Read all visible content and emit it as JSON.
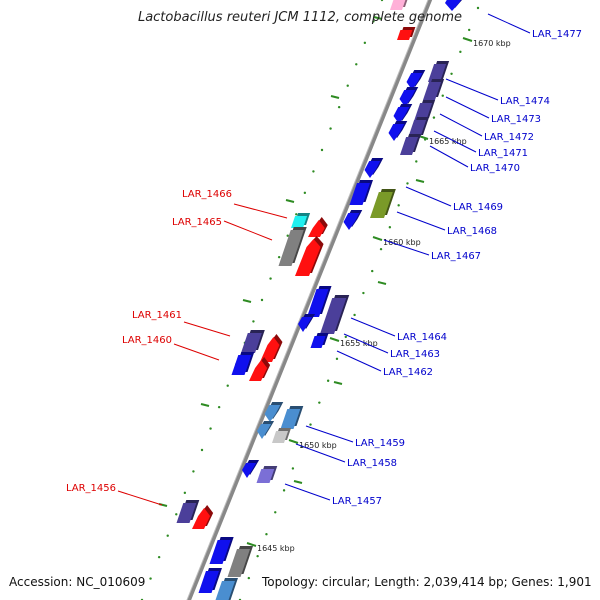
{
  "title": "Lactobacillus reuteri JCM 1112, complete genome",
  "accession": "Accession: NC_010609",
  "topology": "Topology: circular; Length: 2,039,414 bp; Genes: 1,901",
  "colors": {
    "axis": "#888888",
    "tick": "#2e8b22",
    "blue": "#1010ee",
    "navy": "#4b3f9a",
    "red": "#ff1010",
    "olive": "#7a9a28",
    "cyan": "#20f0f0",
    "gray": "#808080",
    "lightgray": "#c8c8c8",
    "steel": "#4a8ed0",
    "lavender": "#7b6fd6",
    "pink": "#ffb0d8",
    "labelBlue": "#0000cc",
    "labelRed": "#dd0000"
  },
  "scale": [
    {
      "text": "1670 kbp"
    },
    {
      "text": "1665 kbp"
    },
    {
      "text": "1660 kbp"
    },
    {
      "text": "1655 kbp"
    },
    {
      "text": "1650 kbp"
    },
    {
      "text": "1645 kbp"
    }
  ],
  "genes": [
    {
      "name": "LAR_1477",
      "strand": "forward",
      "color": "blue"
    },
    {
      "name": "LAR_1474",
      "strand": "forward",
      "color": "navy"
    },
    {
      "name": "LAR_1473",
      "strand": "forward",
      "color": "navy"
    },
    {
      "name": "LAR_1472",
      "strand": "forward",
      "color": "blue"
    },
    {
      "name": "LAR_1471",
      "strand": "forward",
      "color": "navy"
    },
    {
      "name": "LAR_1470",
      "strand": "forward",
      "color": "blue"
    },
    {
      "name": "LAR_1469",
      "strand": "forward",
      "color": "blue"
    },
    {
      "name": "LAR_1468",
      "strand": "forward",
      "color": "olive"
    },
    {
      "name": "LAR_1467",
      "strand": "forward",
      "color": "blue"
    },
    {
      "name": "LAR_1466",
      "strand": "reverse",
      "color": "cyan"
    },
    {
      "name": "LAR_1465",
      "strand": "reverse",
      "color": "gray"
    },
    {
      "name": "LAR_1464",
      "strand": "forward",
      "color": "navy"
    },
    {
      "name": "LAR_1463",
      "strand": "forward",
      "color": "blue"
    },
    {
      "name": "LAR_1462",
      "strand": "forward",
      "color": "blue"
    },
    {
      "name": "LAR_1461",
      "strand": "reverse",
      "color": "navy"
    },
    {
      "name": "LAR_1460",
      "strand": "reverse",
      "color": "blue"
    },
    {
      "name": "LAR_1459",
      "strand": "forward",
      "color": "steel"
    },
    {
      "name": "LAR_1458",
      "strand": "forward",
      "color": "lightgray"
    },
    {
      "name": "LAR_1457",
      "strand": "forward",
      "color": "lavender"
    },
    {
      "name": "LAR_1456",
      "strand": "reverse",
      "color": "navy"
    }
  ]
}
